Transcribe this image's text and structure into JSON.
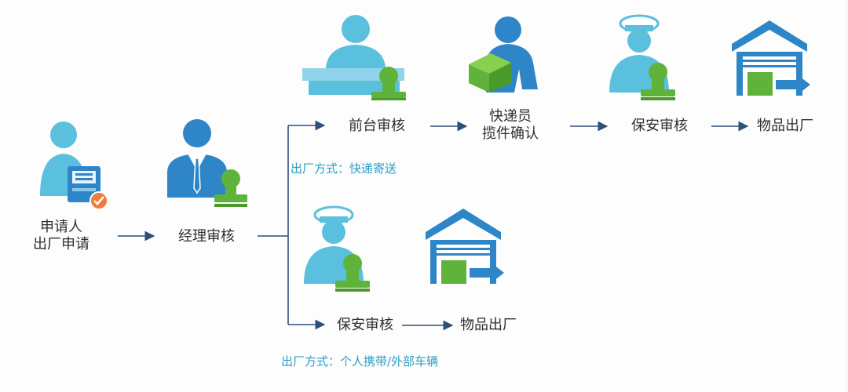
{
  "nodes": {
    "applicant": [
      "申请人",
      "出厂申请"
    ],
    "manager_review": "经理审核",
    "front_desk_review": "前台审核",
    "courier_confirm": [
      "快递员",
      "揽件确认"
    ],
    "security_review_top": "保安审核",
    "goods_out_top": "物品出厂",
    "security_review_bottom": "保安审核",
    "goods_out_bottom": "物品出厂"
  },
  "branch_notes": {
    "courier": "出厂方式：快递寄送",
    "personal": "出厂方式：个人携带/外部车辆"
  },
  "colors": {
    "person": "#5bc0de",
    "person_dark": "#2e86c8",
    "stamp": "#5fb23a",
    "arrow": "#2d4f78",
    "note_text": "#2a9fc4",
    "badge": "#f07b3f"
  },
  "icons": [
    "applicant-icon",
    "manager-icon",
    "front-desk-icon",
    "courier-icon",
    "security-guard-icon",
    "warehouse-exit-icon"
  ]
}
